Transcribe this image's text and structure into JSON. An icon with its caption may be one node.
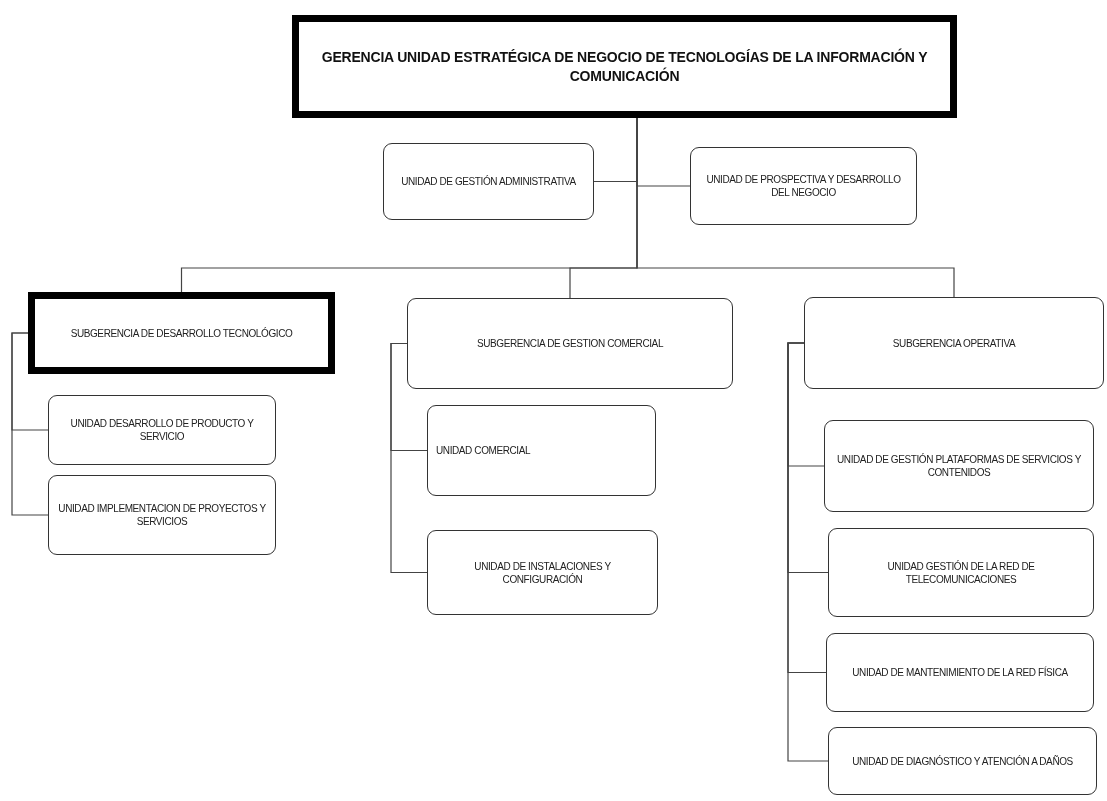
{
  "diagram": {
    "nodes": [
      {
        "text": [
          "GERENCIA UNIDAD ESTRATÉGICA DE NEGOCIO DE TECNOLOGÍAS DE LA INFORMACIÓN Y COMUNICACIÓN"
        ]
      },
      {
        "text": [
          "UNIDAD DE GESTIÓN ADMINISTRATIVA"
        ]
      },
      {
        "text": [
          "UNIDAD DE PROSPECTIVA Y DESARROLLO DEL NEGOCIO"
        ]
      },
      {
        "text": [
          "SUBGERENCIA DE DESARROLLO TECNOLÓGICO"
        ]
      },
      {
        "text": [
          "UNIDAD DESARROLLO DE PRODUCTO Y SERVICIO"
        ]
      },
      {
        "text": [
          "UNIDAD IMPLEMENTACION DE PROYECTOS Y SERVICIOS"
        ]
      },
      {
        "text": [
          "SUBGERENCIA DE GESTION COMERCIAL"
        ]
      },
      {
        "text": [
          "UNIDAD COMERCIAL"
        ]
      },
      {
        "text": [
          "UNIDAD DE INSTALACIONES Y CONFIGURACIÓN"
        ]
      },
      {
        "text": [
          "SUBGERENCIA OPERATIVA"
        ]
      },
      {
        "text": [
          "UNIDAD DE GESTIÓN PLATAFORMAS DE SERVICIOS Y CONTENIDOS"
        ]
      },
      {
        "text": [
          "UNIDAD GESTIÓN DE LA RED DE TELECOMUNICACIONES"
        ]
      },
      {
        "text": [
          "UNIDAD DE MANTENIMIENTO DE LA RED FÍSICA"
        ]
      },
      {
        "text": [
          "UNIDAD DE DIAGNÓSTICO Y ATENCIÓN A DAÑOS"
        ]
      }
    ],
    "edges": [
      {
        "from": 0,
        "to": 1,
        "arrow": "none"
      },
      {
        "from": 0,
        "to": 2,
        "arrow": "none"
      },
      {
        "from": 0,
        "to": 3,
        "arrow": "none"
      },
      {
        "from": 0,
        "to": 6,
        "arrow": "none"
      },
      {
        "from": 0,
        "to": 9,
        "arrow": "none"
      },
      {
        "from": 3,
        "to": 4,
        "arrow": "none"
      },
      {
        "from": 3,
        "to": 5,
        "arrow": "none"
      },
      {
        "from": 6,
        "to": 7,
        "arrow": "none"
      },
      {
        "from": 6,
        "to": 8,
        "arrow": "none"
      },
      {
        "from": 9,
        "to": 10,
        "arrow": "none"
      },
      {
        "from": 9,
        "to": 11,
        "arrow": "none"
      },
      {
        "from": 9,
        "to": 12,
        "arrow": "none"
      },
      {
        "from": 9,
        "to": 13,
        "arrow": "none"
      }
    ]
  }
}
